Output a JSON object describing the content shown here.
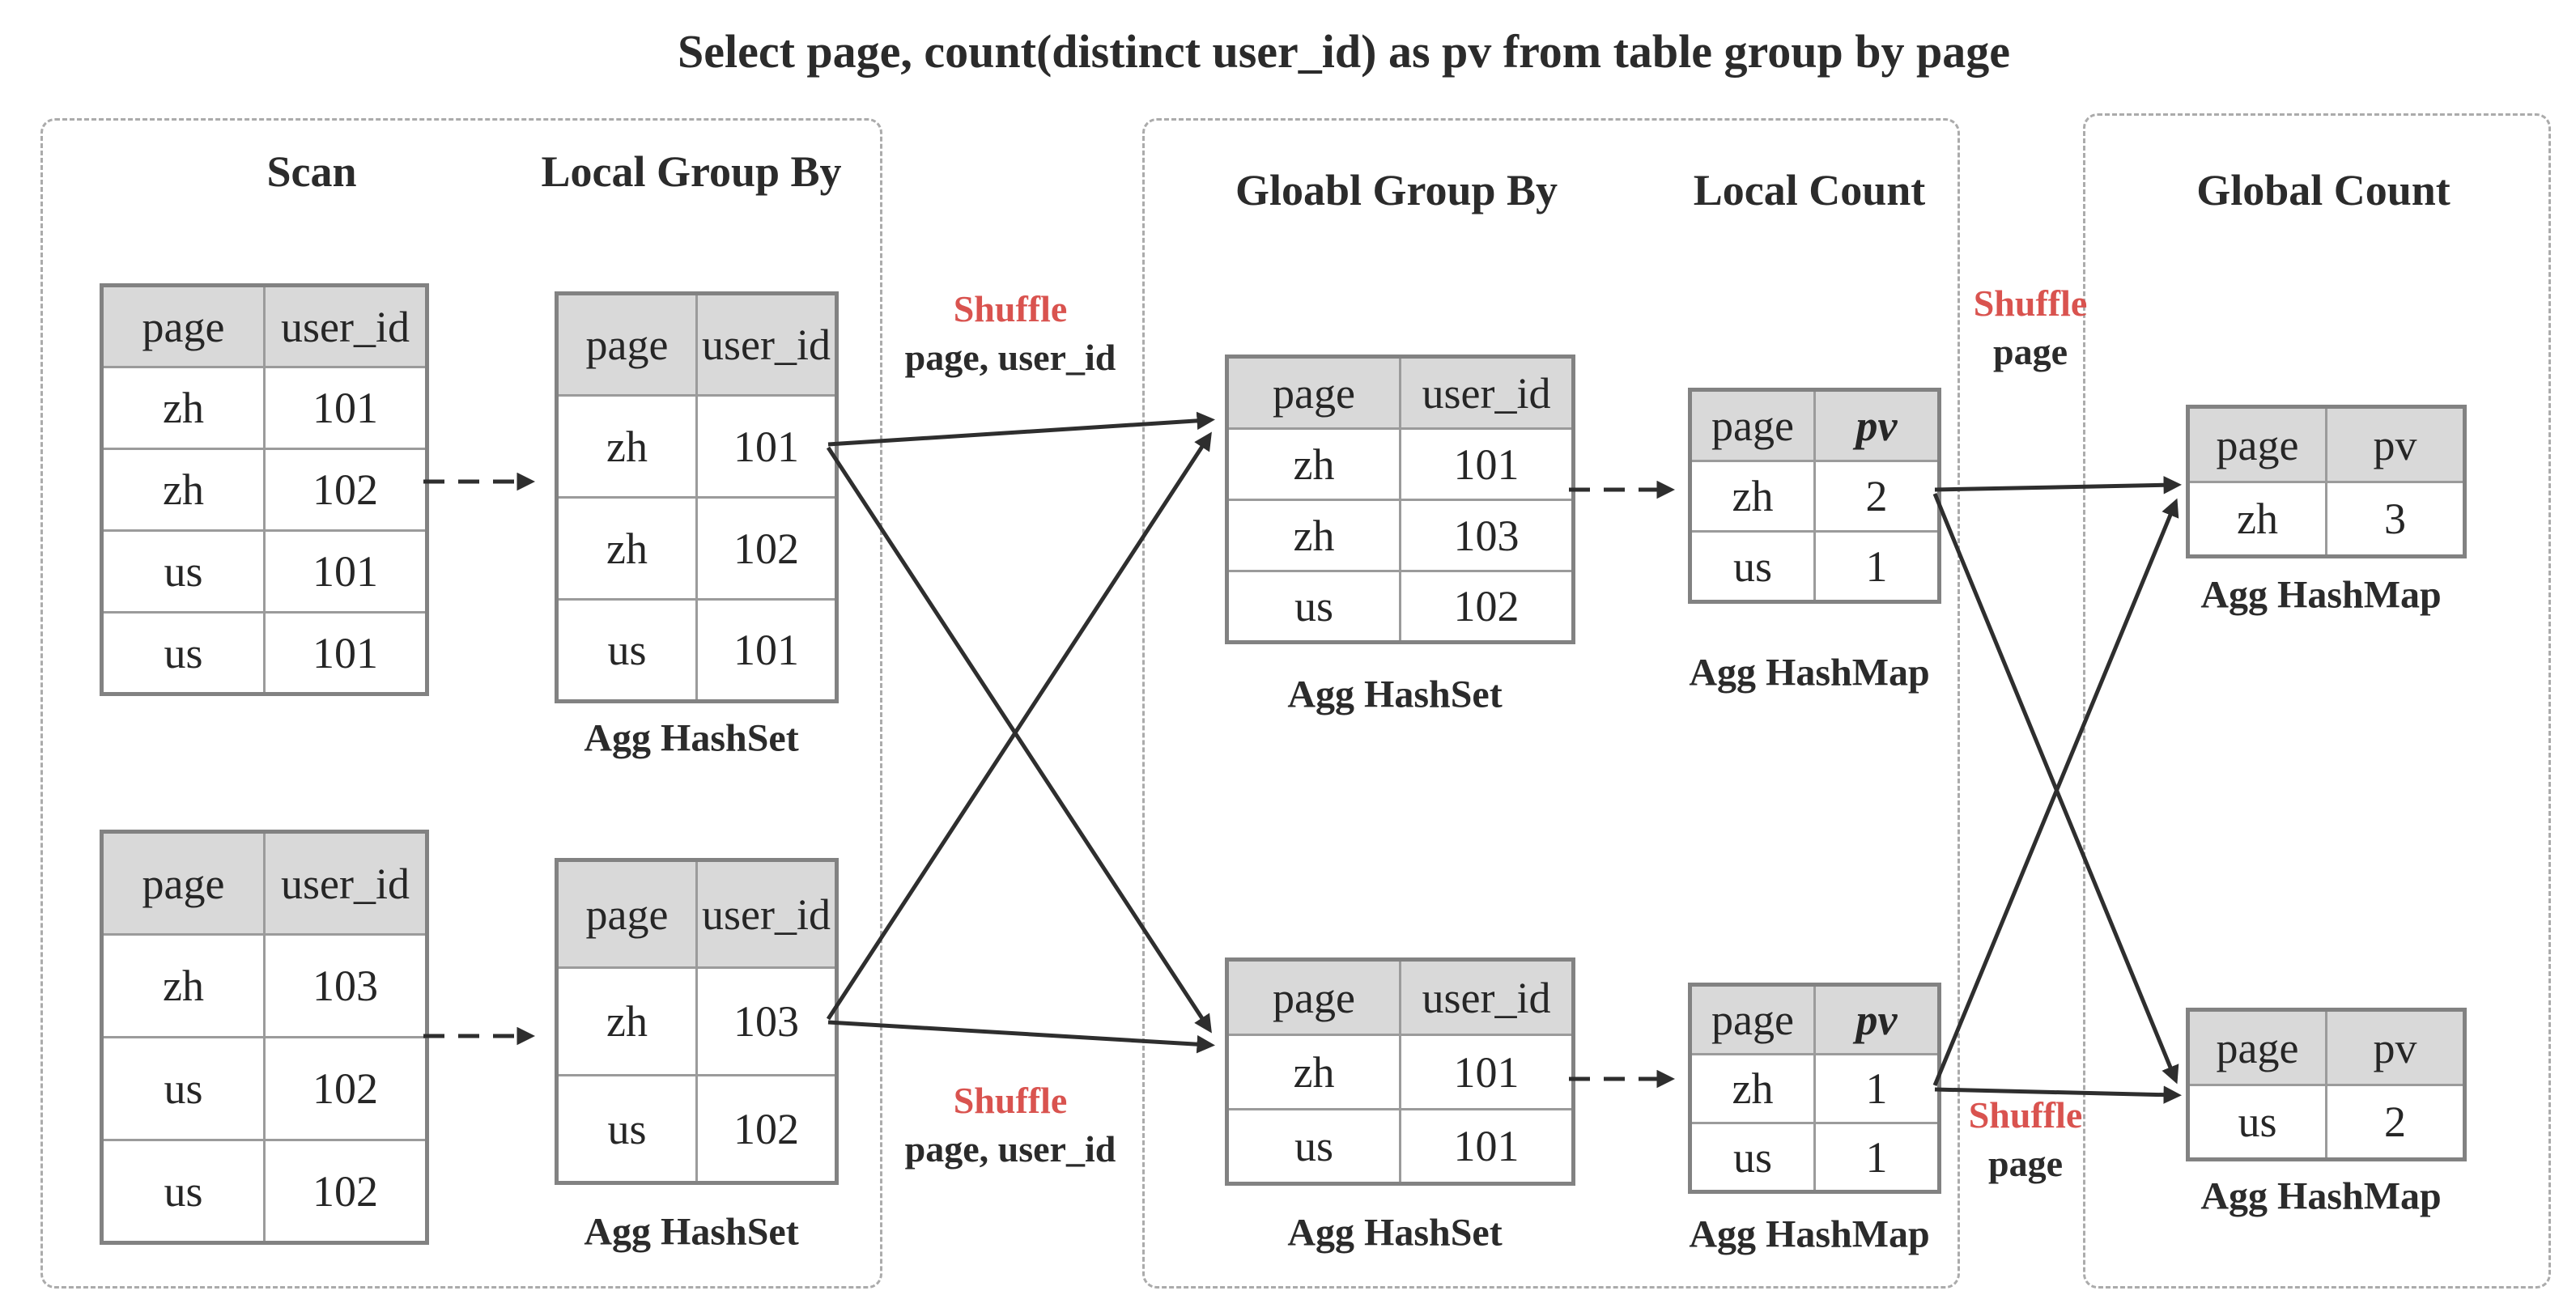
{
  "title": "Select page, count(distinct user_id) as pv from table group by page",
  "colors": {
    "accent_red": "#d9534f",
    "accent_teal": "#3a8e99",
    "table_header_bg": "#d9d9d9",
    "table_border": "#828282",
    "panel_border": "#ababab"
  },
  "stages": {
    "scan": "Scan",
    "local_group_by": "Local Group By",
    "global_group_by": "Gloabl Group By",
    "local_count": "Local Count",
    "global_count": "Global Count"
  },
  "labels": {
    "agg_hashset": "Agg HashSet",
    "agg_hashmap": "Agg HashMap",
    "shuffle": "Shuffle",
    "keys_page_user": "page, user_id",
    "keys_page": "page"
  },
  "tables": {
    "scan_top": {
      "headers": [
        "page",
        "user_id"
      ],
      "rows": [
        [
          "zh",
          "101"
        ],
        [
          "zh",
          "102"
        ],
        [
          "us",
          "101"
        ],
        [
          "us",
          "101"
        ]
      ]
    },
    "scan_bottom": {
      "headers": [
        "page",
        "user_id"
      ],
      "rows": [
        [
          "zh",
          "103"
        ],
        [
          "us",
          "102"
        ],
        [
          "us",
          "102"
        ]
      ]
    },
    "local_group_top": {
      "headers": [
        "page",
        "user_id"
      ],
      "rows": [
        [
          "zh",
          "101"
        ],
        [
          "zh",
          "102"
        ],
        [
          "us",
          "101"
        ]
      ]
    },
    "local_group_bottom": {
      "headers": [
        "page",
        "user_id"
      ],
      "rows": [
        [
          "zh",
          "103"
        ],
        [
          "us",
          "102"
        ]
      ]
    },
    "global_group_top": {
      "headers": [
        "page",
        "user_id"
      ],
      "rows": [
        [
          "zh",
          "101"
        ],
        [
          "zh",
          "103"
        ],
        [
          "us",
          "102"
        ]
      ]
    },
    "global_group_bottom": {
      "headers": [
        "page",
        "user_id"
      ],
      "rows": [
        [
          "zh",
          "101"
        ],
        [
          "us",
          "101"
        ]
      ]
    },
    "local_count_top": {
      "headers": [
        "page",
        "pv"
      ],
      "rows": [
        [
          "zh",
          "2"
        ],
        [
          "us",
          "1"
        ]
      ]
    },
    "local_count_bottom": {
      "headers": [
        "page",
        "pv"
      ],
      "rows": [
        [
          "zh",
          "1"
        ],
        [
          "us",
          "1"
        ]
      ]
    },
    "global_count_top": {
      "headers": [
        "page",
        "pv"
      ],
      "rows": [
        [
          "zh",
          "3"
        ]
      ]
    },
    "global_count_bottom": {
      "headers": [
        "page",
        "pv"
      ],
      "rows": [
        [
          "us",
          "2"
        ]
      ]
    }
  }
}
